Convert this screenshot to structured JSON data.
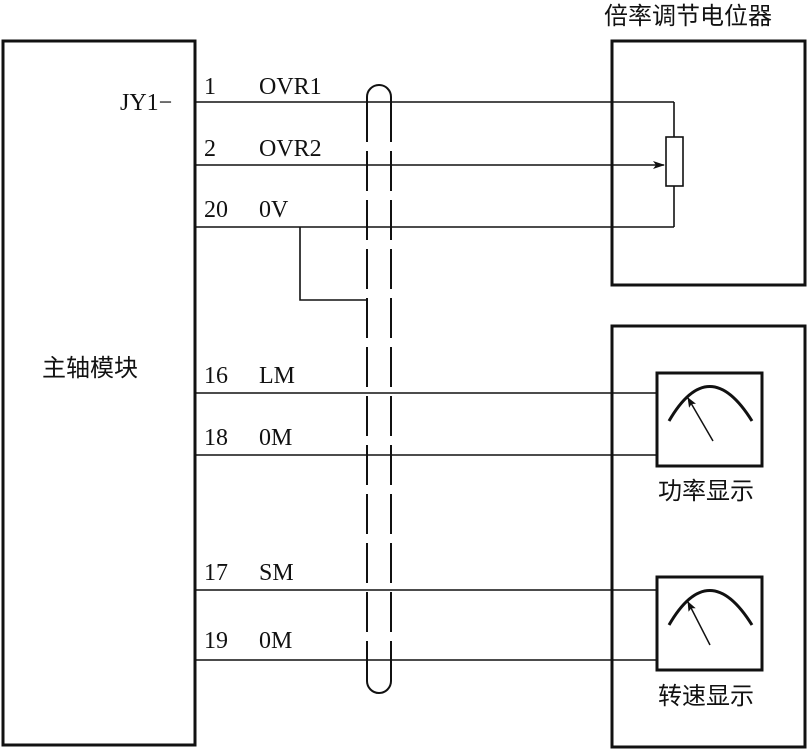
{
  "diagram": {
    "type": "wiring-diagram",
    "colors": {
      "line": "#111111",
      "background": "#ffffff"
    },
    "main_module": {
      "label": "主轴模块",
      "connector_prefix": "JY1−"
    },
    "signals": [
      {
        "pin": "1",
        "name": "OVR1",
        "target": "potentiometer-top"
      },
      {
        "pin": "2",
        "name": "OVR2",
        "target": "potentiometer-wiper"
      },
      {
        "pin": "20",
        "name": "0V",
        "target": "potentiometer-bottom"
      },
      {
        "pin": "16",
        "name": "LM",
        "target": "power-meter"
      },
      {
        "pin": "18",
        "name": "0M",
        "target": "power-meter"
      },
      {
        "pin": "17",
        "name": "SM",
        "target": "speed-meter"
      },
      {
        "pin": "19",
        "name": "0M",
        "target": "speed-meter"
      }
    ],
    "potentiometer": {
      "title": "倍率调节电位器"
    },
    "meters": [
      {
        "label": "功率显示"
      },
      {
        "label": "转速显示"
      }
    ],
    "shield": {
      "style": "dashed-double-line",
      "grounded_to": "0V"
    }
  }
}
